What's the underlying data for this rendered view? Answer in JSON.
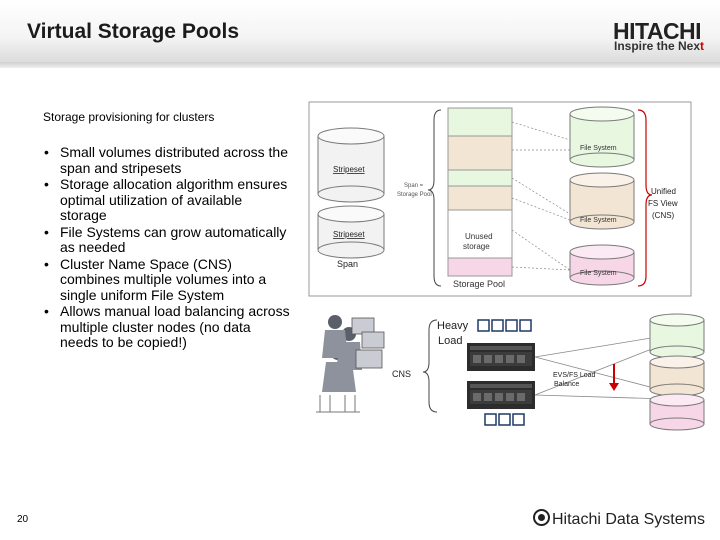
{
  "header": {
    "title": "Virtual Storage Pools",
    "logo": "HITACHI",
    "tagline_prefix": "Inspire the Nex",
    "tagline_suffix": "t"
  },
  "subtitle": "Storage provisioning for clusters",
  "bullets": [
    "Small volumes distributed across the span and stripesets",
    "Storage allocation algorithm ensures optimal utilization of available storage",
    "File Systems can grow automatically as needed",
    "Cluster Name Space (CNS) combines multiple volumes into a single uniform File System",
    "Allows manual load balancing across multiple cluster nodes (no data needs to be copied!)"
  ],
  "diagram": {
    "stripeset_1": "Stripeset",
    "stripeset_2": "Stripeset",
    "span_label": "Span",
    "span_pool_1": "Span =",
    "span_pool_2": "Storage Pool",
    "unused_1": "Unused",
    "unused_2": "storage",
    "storage_pool": "Storage Pool",
    "fs_1": "File System",
    "fs_2": "File System",
    "fs_3": "File System",
    "unified_1": "Unified",
    "unified_2": "FS View",
    "unified_3": "(CNS)",
    "heavy_1": "Heavy",
    "heavy_2": "Load",
    "cns": "CNS",
    "evs_1": "EVS/FS Load",
    "evs_2": "Balance",
    "colors": {
      "green": "#e8f7e0",
      "tan": "#f3e5d3",
      "pink": "#f7d6e8",
      "cyl_fill": "#f2f2f2",
      "cyl_stroke": "#7a7a7a",
      "red": "#cc0000",
      "dark": "#222222"
    }
  },
  "page_number": "20",
  "footer": "Hitachi Data Systems"
}
